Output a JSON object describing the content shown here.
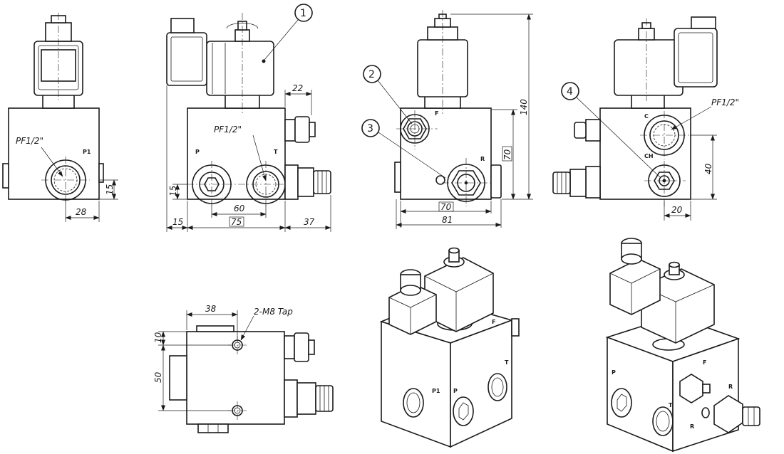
{
  "colors": {
    "ink": "#1a1a1a",
    "paper": "#ffffff"
  },
  "balloons": [
    "1",
    "2",
    "3",
    "4"
  ],
  "ports": {
    "p1": "P1",
    "p": "P",
    "t": "T",
    "f": "F",
    "r": "R",
    "c": "C",
    "ch": "CH"
  },
  "iso_ports": {
    "p1": "P1",
    "p": "P",
    "t": "T",
    "f": "F",
    "r": "R",
    "r2": "R"
  },
  "thread": "PF1/2\"",
  "tap": "2-M8 Tap",
  "dims": {
    "view1": [
      "15",
      "28"
    ],
    "view2": [
      "22",
      "15",
      "60",
      "15",
      "75",
      "37"
    ],
    "view3": [
      "140",
      "70",
      "70",
      "81"
    ],
    "view4": [
      "40",
      "20"
    ],
    "view5": [
      "38",
      "10",
      "50"
    ]
  }
}
